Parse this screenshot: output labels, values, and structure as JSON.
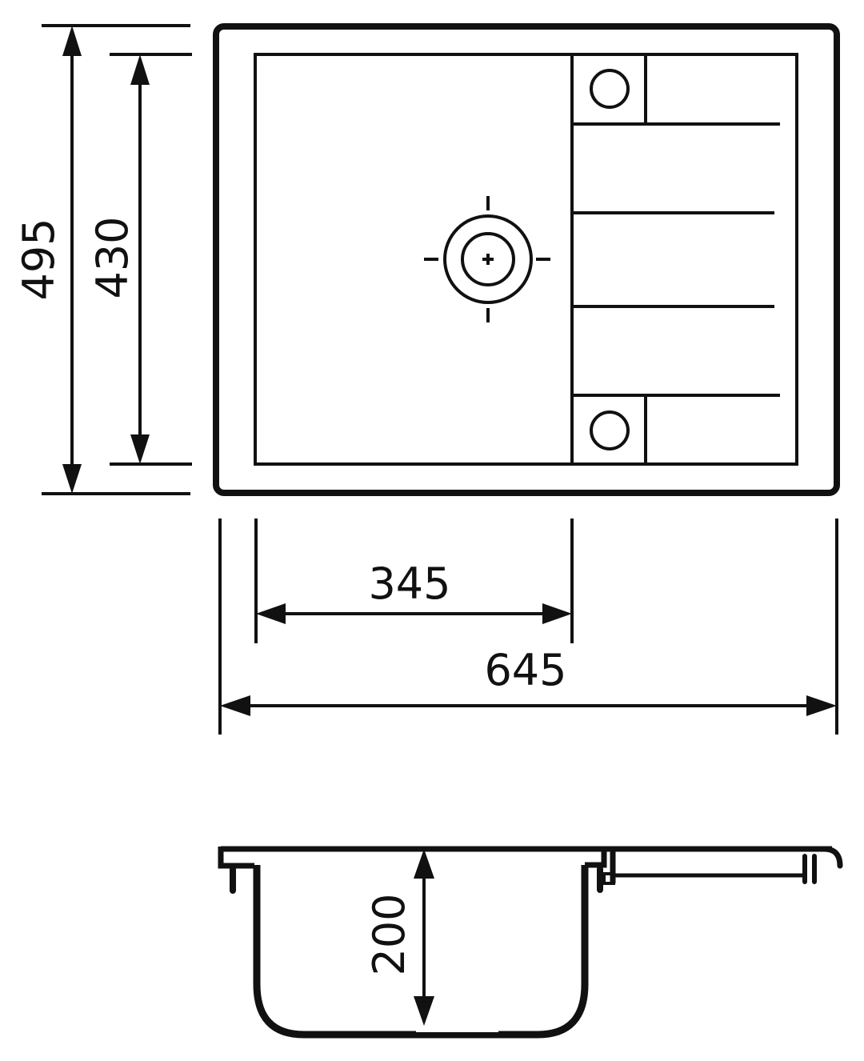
{
  "diagram": {
    "type": "technical-drawing",
    "subject": "kitchen sink with drainboard",
    "line_color": "#111111",
    "background": "#ffffff"
  },
  "top_view": {
    "dimensions": {
      "overall_depth": "495",
      "bowl_depth": "430",
      "bowl_width": "345",
      "overall_width": "645"
    },
    "features": [
      "bowl",
      "drain",
      "drainboard",
      "tap-hole-top",
      "tap-hole-bottom",
      "drainboard-ribs"
    ]
  },
  "side_view": {
    "dimensions": {
      "bowl_height": "200"
    }
  }
}
